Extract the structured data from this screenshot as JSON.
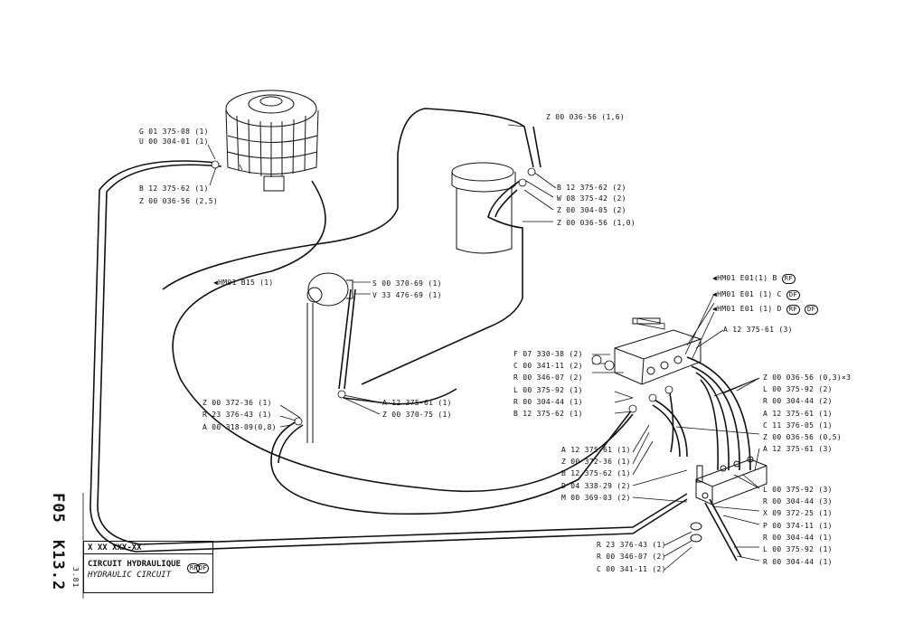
{
  "sheet": {
    "code_a": "F05",
    "code_b": "K13.2",
    "ref_small": "3.81",
    "number_field": "X XX  XXX-XX",
    "title_fr": "CIRCUIT HYDRAULIQUE",
    "title_en": "HYDRAULIC CIRCUIT",
    "badge_1": "RF",
    "badge_2": "DF"
  },
  "labels": [
    "G 01 375-08 (1)",
    "U 00 304-01 (1)",
    "B 12 375-62 (1)",
    "Z 00 036-56 (2,5)",
    "Z 00 036-56 (1,6)",
    "B 12 375-62 (2)",
    "W 08 375-42 (2)",
    "Z 00 304-05 (2)",
    "Z 00 036-56 (1,0)",
    "HM01 B15 (1)",
    "S 00 370-69 (1)",
    "V 33 476-69 (1)",
    "HM01 E01(1) B",
    "HM01 E01 (1) C",
    "HM01 E01 (1) D",
    "A 12 375-61 (3)",
    "F 07 330-38 (2)",
    "C 00 341-11 (2)",
    "R 00 346-07 (2)",
    "L 00 375-92 (1)",
    "R 00 304-44 (1)",
    "B 12 375-62 (1)",
    "Z 00 036-56 (0,3)×3",
    "L 00 375-92 (2)",
    "R 00 304-44 (2)",
    "A 12 375-61 (1)",
    "C 11 376-05 (1)",
    "Z 00 036-56 (0,5)",
    "A 12 375-61 (3)",
    "Z 00 372-36 (1)",
    "R 23 376-43 (1)",
    "A 00 318-09(0,8)",
    "A 12 375-61 (1)",
    "Z 00 370-75 (1)",
    "A 12 375-61 (1)",
    "Z 00 372-36 (1)",
    "B 12 375-62 (1)",
    "D 04 338-29 (2)",
    "M 00 369-03 (2)",
    "L 00 375-92 (3)",
    "R 00 304-44 (3)",
    "X 09 372-25 (1)",
    "P 00 374-11 (1)",
    "R 00 304-44 (1)",
    "L 00 375-92 (1)",
    "R 00 304-44 (1)",
    "R 23 376-43 (1)",
    "R 00 346-07 (2)",
    "C 00 341-11 (2)"
  ],
  "variant_badges": {
    "b": [
      "RF"
    ],
    "c": [
      "DF"
    ],
    "d": [
      "RF",
      "DF"
    ]
  }
}
